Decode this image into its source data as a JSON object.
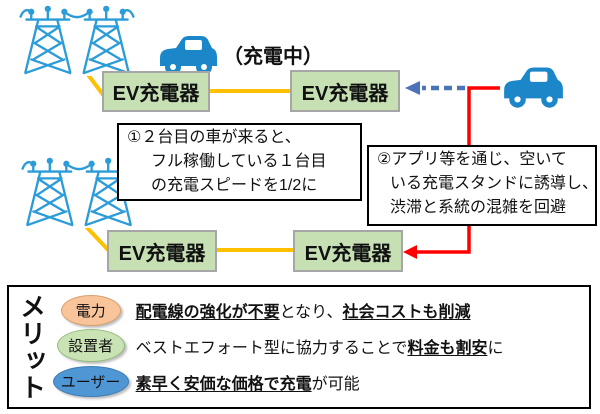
{
  "labels": {
    "ev_charger": "EV充電器",
    "charging_status": "（充電中）"
  },
  "callouts": {
    "first": {
      "line1": "①２台目の車が来ると、",
      "line2": "フル稼働している１台目",
      "line3": "の充電スピードを1/2に"
    },
    "second": {
      "line1": "②アプリ等を通じ、空いて",
      "line2": "いる充電スタンドに誘導し、",
      "line3": "渋滞と系統の混雑を回避"
    }
  },
  "merits": {
    "title": "メリット",
    "rows": [
      {
        "badge": "電力",
        "segments": [
          {
            "text": "配電線の強化が不要",
            "emphasis": true
          },
          {
            "text": "となり、",
            "emphasis": false
          },
          {
            "text": "社会コストも削減",
            "emphasis": true
          }
        ]
      },
      {
        "badge": "設置者",
        "segments": [
          {
            "text": "ベストエフォート型に協力することで",
            "emphasis": false
          },
          {
            "text": "料金も割安",
            "emphasis": true
          },
          {
            "text": "に",
            "emphasis": false
          }
        ]
      },
      {
        "badge": "ユーザー",
        "segments": [
          {
            "text": "素早く安価な価格で充電",
            "emphasis": true
          },
          {
            "text": "が可能",
            "emphasis": false
          }
        ]
      }
    ]
  },
  "icons": {
    "towers": "transmission-towers-icon",
    "car": "ev-car-icon",
    "dashed_arrow": "dashed-arrow-left-icon",
    "red_arrow": "reroute-arrow-icon"
  },
  "colors": {
    "charger_box_fill": "#C6E0B4",
    "charger_box_border": "#A6A6A6",
    "power_line_orange": "#FFC000",
    "reroute_line_red": "#FF0000",
    "dashed_arrow_blue": "#4A73B8",
    "vehicle_blue": "#1B87C9",
    "badge_power_fill": "#F9C499",
    "badge_installer_fill": "#C9E3B5",
    "badge_user_fill": "#4F96D5"
  }
}
